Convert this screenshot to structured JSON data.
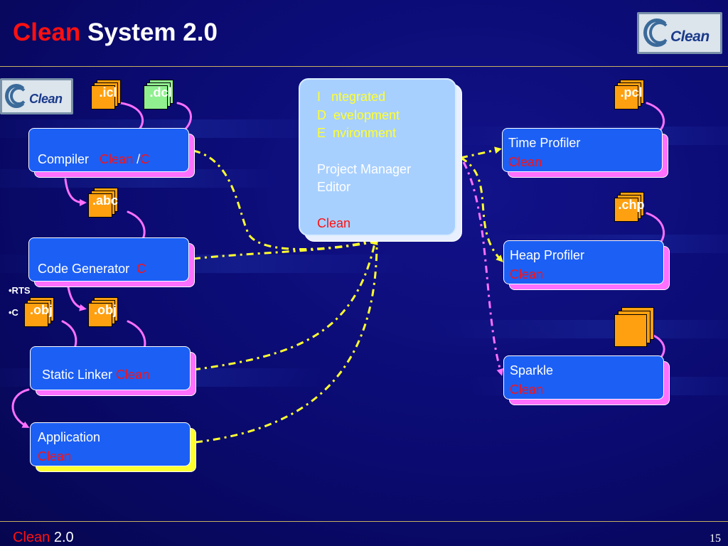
{
  "header": {
    "title_red": "Clean",
    "title_rest": " System 2.0"
  },
  "logos": {
    "top_right": "Clean",
    "left": "Clean"
  },
  "files": {
    "icl": ".icl",
    "dcl": ".dcl",
    "abc": ".abc",
    "obj1": ".obj",
    "obj2": ".obj",
    "pcl": ".pcl",
    "chp": ".chp",
    "sparkle_file": ""
  },
  "boxes": {
    "compiler": {
      "label": "Compiler",
      "lang1": "Clean",
      "sep": " /",
      "lang2": "C"
    },
    "code_generator": {
      "label": "Code Generator",
      "lang": "C"
    },
    "static_linker": {
      "label": "Static Linker",
      "lang": "Clean"
    },
    "application": {
      "label": "Application",
      "lang": "Clean"
    },
    "time_profiler": {
      "label": "Time Profiler",
      "lang": "Clean"
    },
    "heap_profiler": {
      "label": "Heap Profiler",
      "lang": "Clean"
    },
    "sparkle": {
      "label": "Sparkle",
      "lang": "Clean"
    }
  },
  "ide": {
    "line1_letter": "I",
    "line1_rest": "ntegrated",
    "line2_letter": "D",
    "line2_rest": "evelopment",
    "line3_letter": "E",
    "line3_rest": "nvironment",
    "line4": "Project Manager",
    "line5": "Editor",
    "line6": "Clean"
  },
  "libs": {
    "rts": "•RTS",
    "c": "•C"
  },
  "footer": {
    "red": "Clean",
    "rest": " 2.0",
    "page": "15"
  },
  "colors": {
    "background": "#0a0a6e",
    "box": "#1c5ff5",
    "shadow": "#ff70ff",
    "accent_red": "#ff1010",
    "yellow": "#ffff30",
    "ide": "#a8d0ff"
  }
}
